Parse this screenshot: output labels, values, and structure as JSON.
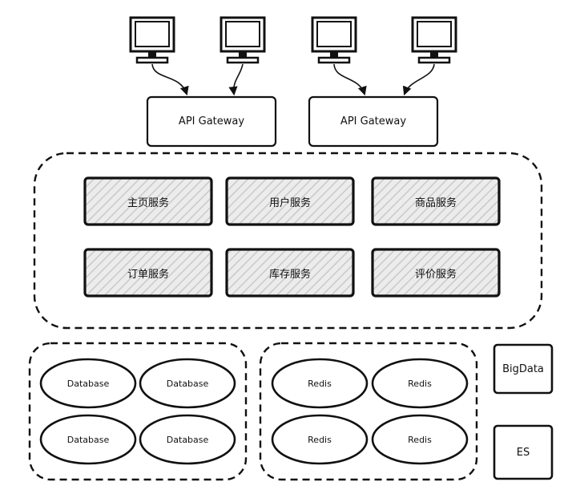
{
  "gateways": [
    "API Gateway",
    "API Gateway"
  ],
  "services": [
    "主页服务",
    "用户服务",
    "商品服务",
    "订单服务",
    "库存服务",
    "评价服务"
  ],
  "databases": [
    "Database",
    "Database",
    "Database",
    "Database"
  ],
  "redis": [
    "Redis",
    "Redis",
    "Redis",
    "Redis"
  ],
  "side": [
    "BigData",
    "ES"
  ],
  "icons": [
    "monitor-icon",
    "monitor-icon",
    "monitor-icon",
    "monitor-icon"
  ],
  "colors": {
    "stroke": "#111111",
    "hatch": "#cfcfcf",
    "fill": "#ffffff"
  }
}
